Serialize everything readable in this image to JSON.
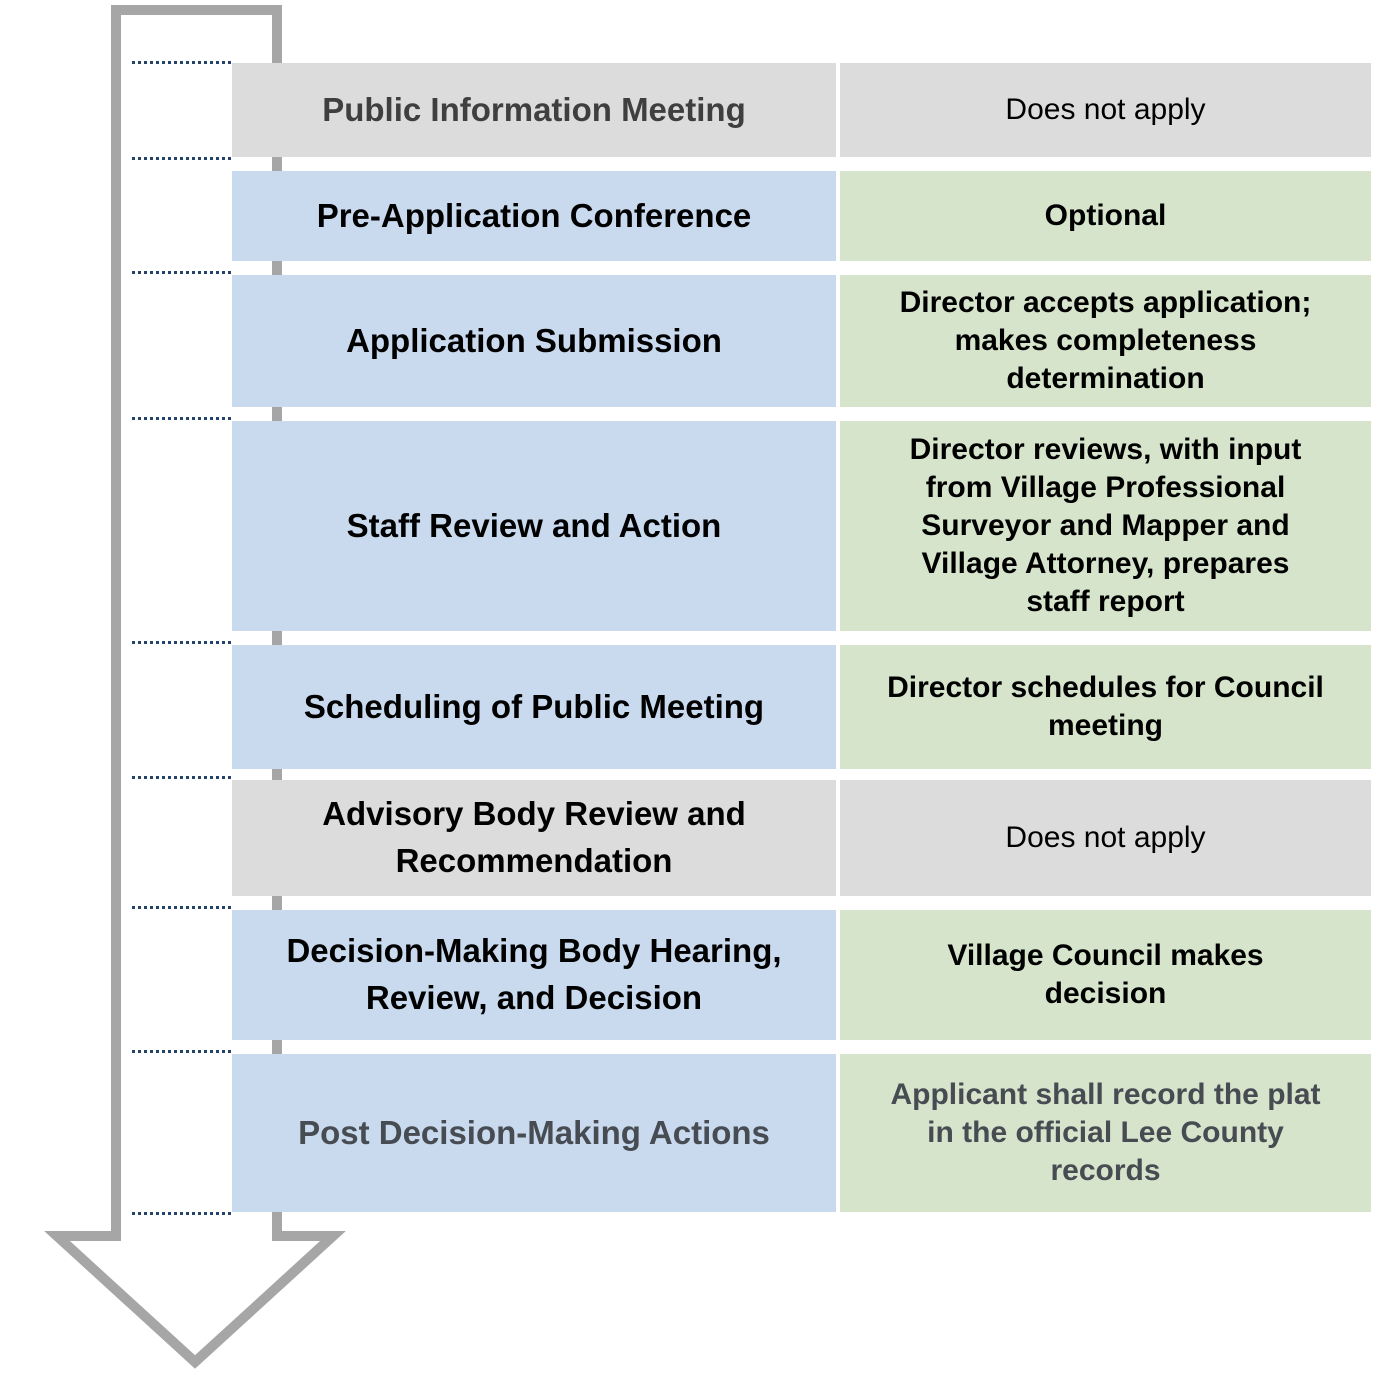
{
  "diagram": {
    "type": "process-flow",
    "palette": {
      "step_blue": "#c9d9ee",
      "result_green": "#d6e4cc",
      "not_apply_gray": "#dcdcdc",
      "arrow_outline_gray": "#a6a6a6",
      "tick_line_navy": "#24436b",
      "muted_text": "#3f3f3f",
      "final_row_text": "#474b52"
    },
    "arrow": {
      "name": "downward-process-arrow",
      "direction": "down"
    },
    "rows": [
      {
        "step": "Public Information Meeting",
        "detail": "Does not apply",
        "step_variant": "gray",
        "detail_variant": "gray"
      },
      {
        "step": "Pre-Application Conference",
        "detail": "Optional",
        "step_variant": "blue",
        "detail_variant": "green"
      },
      {
        "step": "Application Submission",
        "detail": "Director accepts application;\nmakes completeness\ndetermination",
        "step_variant": "blue",
        "detail_variant": "green"
      },
      {
        "step": "Staff Review and Action",
        "detail": "Director reviews, with input\nfrom Village Professional\nSurveyor and Mapper and\nVillage Attorney, prepares\nstaff report",
        "step_variant": "blue",
        "detail_variant": "green"
      },
      {
        "step": "Scheduling of Public Meeting",
        "detail": "Director schedules for Council\nmeeting",
        "step_variant": "blue",
        "detail_variant": "green"
      },
      {
        "step": "Advisory Body Review and\nRecommendation",
        "detail": "Does not apply",
        "step_variant": "gray",
        "detail_variant": "gray"
      },
      {
        "step": "Decision-Making Body Hearing,\nReview, and Decision",
        "detail": "Village Council makes\ndecision",
        "step_variant": "blue",
        "detail_variant": "green"
      },
      {
        "step": "Post Decision-Making Actions",
        "detail": "Applicant shall record the plat\nin the official Lee County\nrecords",
        "step_variant": "blue",
        "detail_variant": "green"
      }
    ]
  }
}
